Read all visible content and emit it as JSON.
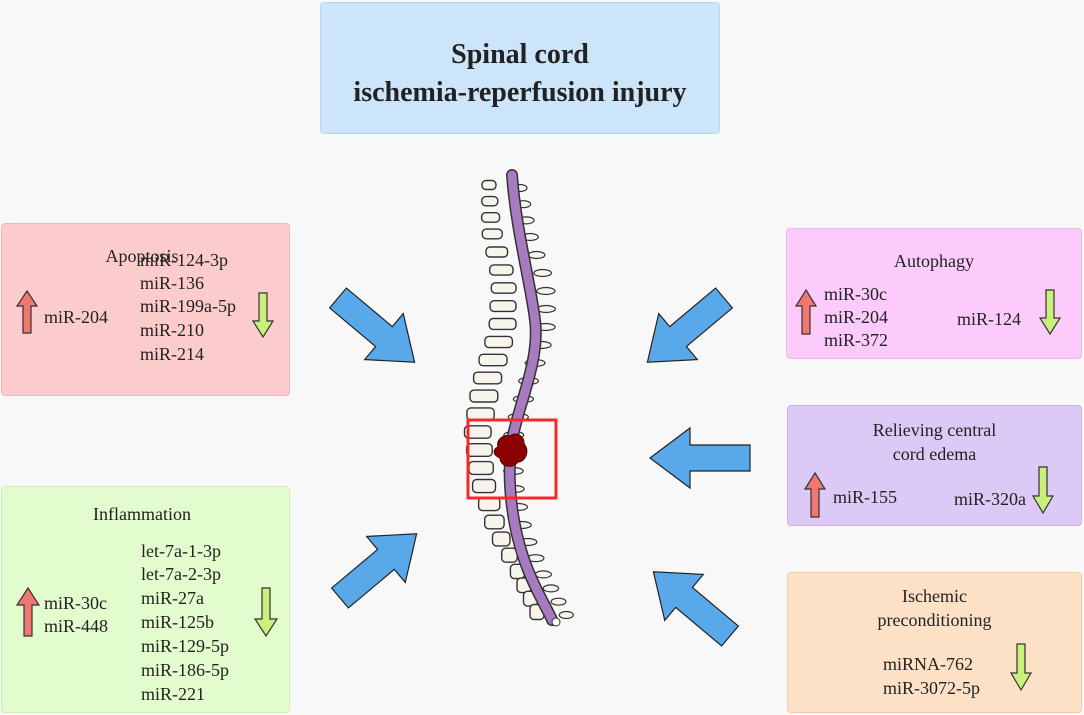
{
  "title": {
    "line1": "Spinal cord",
    "line2": "ischemia-reperfusion injury"
  },
  "colors": {
    "up_arrow": "#f07870",
    "down_arrow": "#c8f07a",
    "big_arrow": "#59a9ea",
    "lesion": "#8b0000",
    "highlight": "#f42a2a",
    "cord": "#a77bbf"
  },
  "panels": {
    "apoptosis": {
      "title": "Apoptosis",
      "up": [
        "miR-204"
      ],
      "down": [
        "miR-124-3p",
        "miR-136",
        "miR-199a-5p",
        "miR-210",
        "miR-214"
      ]
    },
    "autophagy": {
      "title": "Autophagy",
      "up": [
        "miR-30c",
        "miR-204",
        "miR-372"
      ],
      "down": [
        "miR-124"
      ]
    },
    "edema": {
      "title_line1": "Relieving central",
      "title_line2": "cord edema",
      "up": [
        "miR-155"
      ],
      "down": [
        "miR-320a"
      ]
    },
    "inflammation": {
      "title": "Inflammation",
      "up": [
        "miR-30c",
        "miR-448"
      ],
      "down": [
        "let-7a-1-3p",
        "let-7a-2-3p",
        "miR-27a",
        "miR-125b",
        "miR-129-5p",
        "miR-186-5p",
        "miR-221"
      ]
    },
    "preconditioning": {
      "title_line1": "Ischemic",
      "title_line2": "preconditioning",
      "down": [
        "miRNA-762",
        "miR-3072-5p"
      ]
    }
  }
}
